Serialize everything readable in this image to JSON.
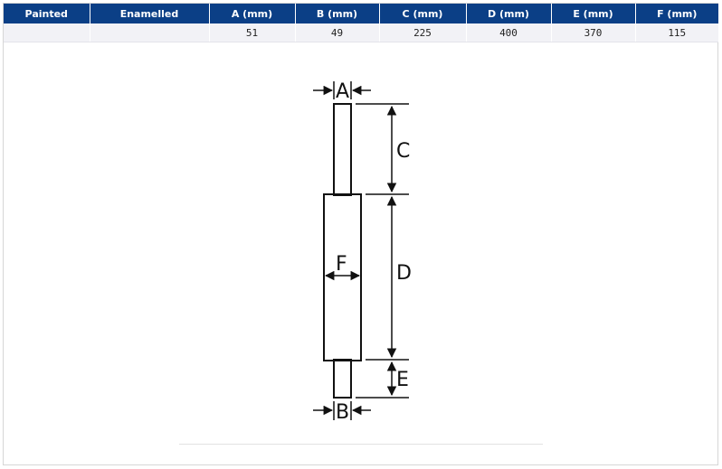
{
  "table": {
    "headers": [
      "Painted",
      "Enamelled",
      "A (mm)",
      "B (mm)",
      "C (mm)",
      "D (mm)",
      "E (mm)",
      "F (mm)"
    ],
    "row": [
      "",
      "",
      "51",
      "49",
      "225",
      "400",
      "370",
      "115"
    ]
  },
  "diagram": {
    "labels": {
      "a": "A",
      "b": "B",
      "c": "C",
      "d": "D",
      "e": "E",
      "f": "F"
    },
    "line_color": "#111111"
  }
}
